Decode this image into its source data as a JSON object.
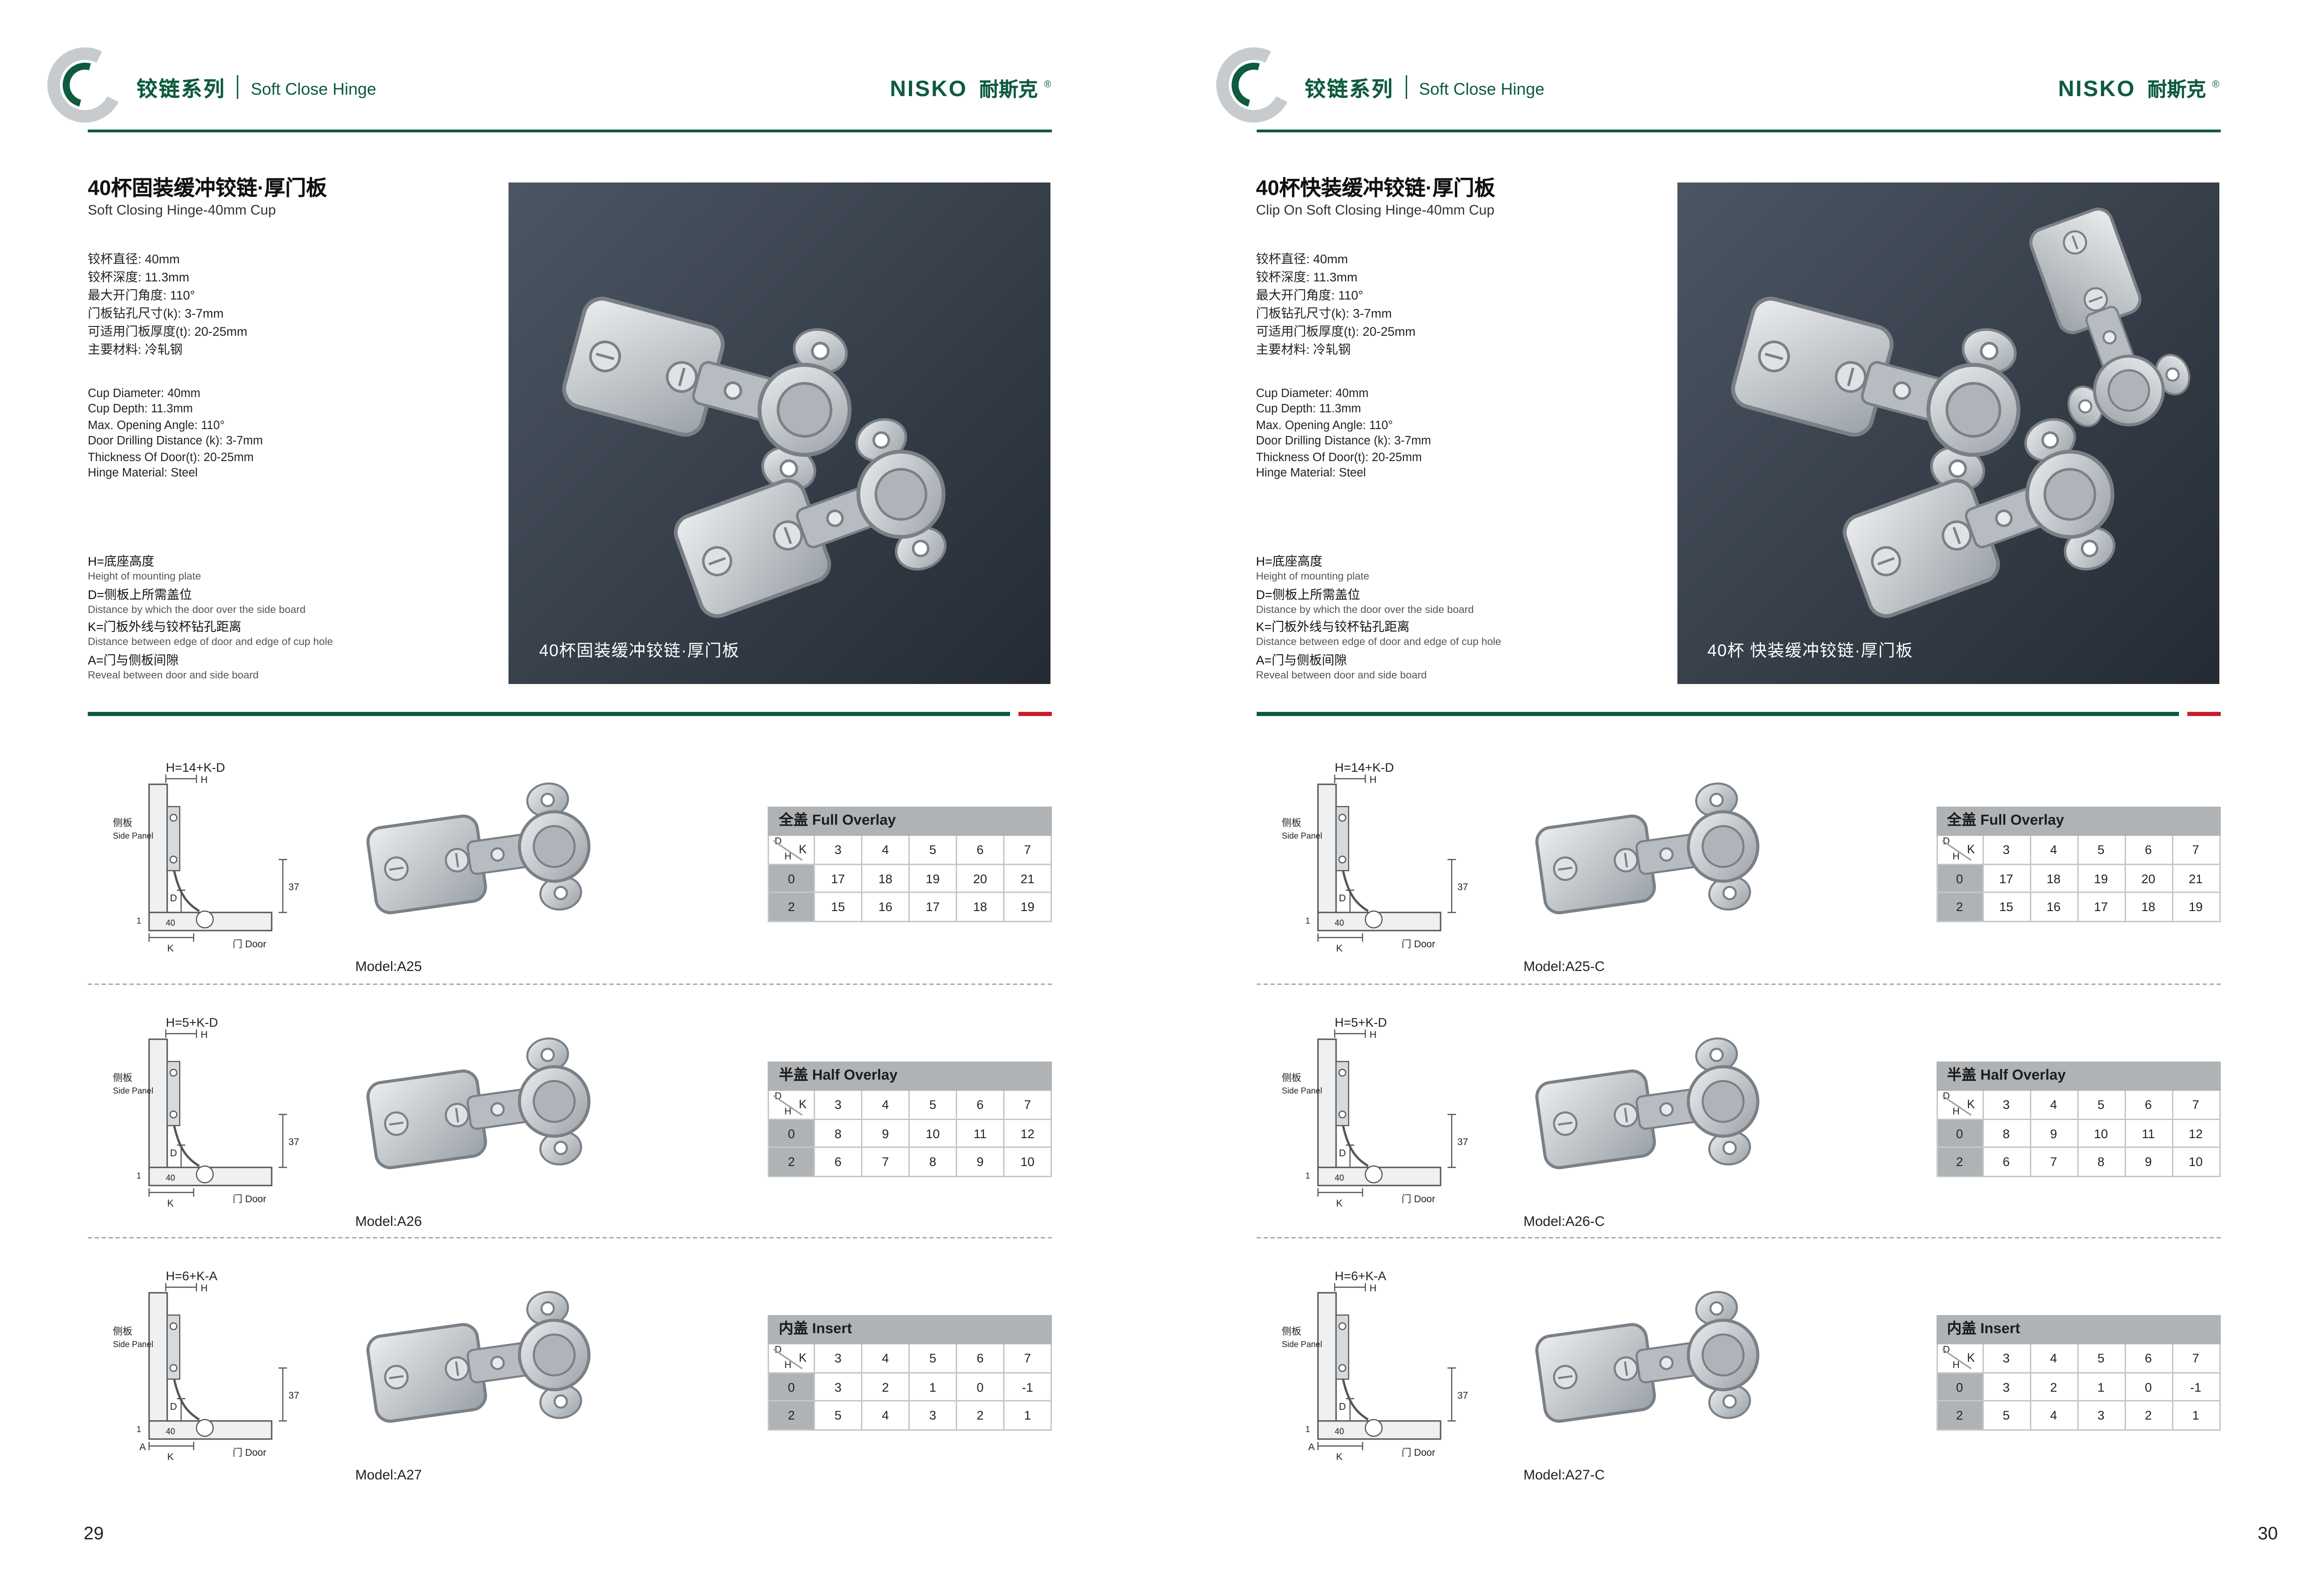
{
  "colors": {
    "brand_green": "#0e5b3e",
    "accent_red": "#c81e2e",
    "table_header_gray": "#b0b3b5",
    "photo_background_dark": "#2c343e"
  },
  "table_corner": {
    "d": "D",
    "h": "H",
    "k": "K"
  },
  "diagram_labels": {
    "side_panel_cn": "侧板",
    "side_panel_en": "Side Panel",
    "door": "门 Door",
    "dim_37": "37",
    "dim_40": "40",
    "dim_1": "1",
    "h": "H",
    "d": "D",
    "k": "K"
  },
  "pages": [
    {
      "page_number": "29",
      "header": {
        "series_cn": "铰链系列",
        "series_en": "Soft Close Hinge",
        "brand_latin": "NISKO",
        "brand_cn": "耐斯克",
        "brand_reg": "®"
      },
      "product": {
        "title_cn": "40杯固装缓冲铰链·厚门板",
        "title_en": "Soft Closing Hinge-40mm Cup",
        "specs_cn": [
          "铰杯直径: 40mm",
          "铰杯深度: 11.3mm",
          "最大开门角度: 110°",
          "门板钻孔尺寸(k): 3-7mm",
          "可适用门板厚度(t): 20-25mm",
          "主要材料: 冷轧钢"
        ],
        "specs_en": [
          "Cup Diameter: 40mm",
          "Cup Depth: 11.3mm",
          "Max. Opening Angle: 110°",
          "Door Drilling Distance (k): 3-7mm",
          "Thickness Of Door(t): 20-25mm",
          "Hinge Material: Steel"
        ],
        "legend": [
          {
            "cn": "H=底座高度",
            "en": "Height of mounting plate"
          },
          {
            "cn": "D=侧板上所需盖位",
            "en": "Distance by which the door over the side board"
          },
          {
            "cn": "K=门板外线与铰杯钻孔距离",
            "en": "Distance between edge of door and edge of cup hole"
          },
          {
            "cn": "A=门与侧板间隙",
            "en": "Reveal between door and side board"
          }
        ],
        "photo_caption": "40杯固装缓冲铰链·厚门板"
      },
      "sections": [
        {
          "formula": "H=14+K-D",
          "model": "Model:A25",
          "reveal_label": "",
          "table": {
            "title": "全盖 Full Overlay",
            "k_values": [
              "3",
              "4",
              "5",
              "6",
              "7"
            ],
            "rows": [
              {
                "d": "0",
                "values": [
                  "17",
                  "18",
                  "19",
                  "20",
                  "21"
                ]
              },
              {
                "d": "2",
                "values": [
                  "15",
                  "16",
                  "17",
                  "18",
                  "19"
                ]
              }
            ]
          }
        },
        {
          "formula": "H=5+K-D",
          "model": "Model:A26",
          "reveal_label": "",
          "table": {
            "title": "半盖 Half Overlay",
            "k_values": [
              "3",
              "4",
              "5",
              "6",
              "7"
            ],
            "rows": [
              {
                "d": "0",
                "values": [
                  "8",
                  "9",
                  "10",
                  "11",
                  "12"
                ]
              },
              {
                "d": "2",
                "values": [
                  "6",
                  "7",
                  "8",
                  "9",
                  "10"
                ]
              }
            ]
          }
        },
        {
          "formula": "H=6+K-A",
          "model": "Model:A27",
          "reveal_label": "A",
          "table": {
            "title": "内盖 Insert",
            "k_values": [
              "3",
              "4",
              "5",
              "6",
              "7"
            ],
            "rows": [
              {
                "d": "0",
                "values": [
                  "3",
                  "2",
                  "1",
                  "0",
                  "-1"
                ]
              },
              {
                "d": "2",
                "values": [
                  "5",
                  "4",
                  "3",
                  "2",
                  "1"
                ]
              }
            ]
          }
        }
      ]
    },
    {
      "page_number": "30",
      "header": {
        "series_cn": "铰链系列",
        "series_en": "Soft Close Hinge",
        "brand_latin": "NISKO",
        "brand_cn": "耐斯克",
        "brand_reg": "®"
      },
      "product": {
        "title_cn": "40杯快装缓冲铰链·厚门板",
        "title_en": "Clip On Soft Closing Hinge-40mm Cup",
        "specs_cn": [
          "铰杯直径: 40mm",
          "铰杯深度: 11.3mm",
          "最大开门角度: 110°",
          "门板钻孔尺寸(k): 3-7mm",
          "可适用门板厚度(t): 20-25mm",
          "主要材料: 冷轧钢"
        ],
        "specs_en": [
          "Cup Diameter: 40mm",
          "Cup Depth: 11.3mm",
          "Max. Opening Angle: 110°",
          "Door Drilling Distance (k): 3-7mm",
          "Thickness Of Door(t): 20-25mm",
          "Hinge Material: Steel"
        ],
        "legend": [
          {
            "cn": "H=底座高度",
            "en": "Height of mounting plate"
          },
          {
            "cn": "D=侧板上所需盖位",
            "en": "Distance by which the door over the side board"
          },
          {
            "cn": "K=门板外线与铰杯钻孔距离",
            "en": "Distance between edge of door and edge of cup hole"
          },
          {
            "cn": "A=门与侧板间隙",
            "en": "Reveal between door and side board"
          }
        ],
        "photo_caption": "40杯 快装缓冲铰链·厚门板"
      },
      "sections": [
        {
          "formula": "H=14+K-D",
          "model": "Model:A25-C",
          "reveal_label": "",
          "table": {
            "title": "全盖 Full Overlay",
            "k_values": [
              "3",
              "4",
              "5",
              "6",
              "7"
            ],
            "rows": [
              {
                "d": "0",
                "values": [
                  "17",
                  "18",
                  "19",
                  "20",
                  "21"
                ]
              },
              {
                "d": "2",
                "values": [
                  "15",
                  "16",
                  "17",
                  "18",
                  "19"
                ]
              }
            ]
          }
        },
        {
          "formula": "H=5+K-D",
          "model": "Model:A26-C",
          "reveal_label": "",
          "table": {
            "title": "半盖 Half Overlay",
            "k_values": [
              "3",
              "4",
              "5",
              "6",
              "7"
            ],
            "rows": [
              {
                "d": "0",
                "values": [
                  "8",
                  "9",
                  "10",
                  "11",
                  "12"
                ]
              },
              {
                "d": "2",
                "values": [
                  "6",
                  "7",
                  "8",
                  "9",
                  "10"
                ]
              }
            ]
          }
        },
        {
          "formula": "H=6+K-A",
          "model": "Model:A27-C",
          "reveal_label": "A",
          "table": {
            "title": "内盖 Insert",
            "k_values": [
              "3",
              "4",
              "5",
              "6",
              "7"
            ],
            "rows": [
              {
                "d": "0",
                "values": [
                  "3",
                  "2",
                  "1",
                  "0",
                  "-1"
                ]
              },
              {
                "d": "2",
                "values": [
                  "5",
                  "4",
                  "3",
                  "2",
                  "1"
                ]
              }
            ]
          }
        }
      ]
    }
  ]
}
